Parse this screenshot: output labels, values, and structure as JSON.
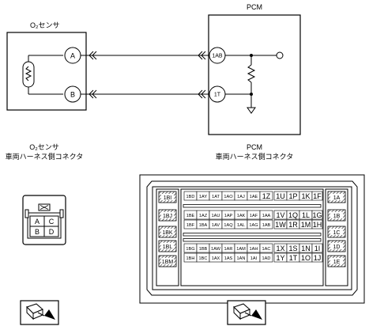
{
  "schematic": {
    "sensor_title": "O₂センサ",
    "pcm_title": "PCM",
    "sensor_terminals": [
      "A",
      "B"
    ],
    "pcm_terminals": [
      "1AB",
      "1T"
    ]
  },
  "connectors": {
    "o2_title_line1": "O₂センサ",
    "o2_title_line2": "車両ハーネス側コネクタ",
    "pcm_title_line1": "PCM",
    "pcm_title_line2": "車両ハーネス側コネクタ",
    "o2_pins": [
      [
        "A",
        "C"
      ],
      [
        "B",
        "D"
      ]
    ],
    "pcm_left_side": [
      "1BI",
      "1BJ",
      "1BK",
      "1BL",
      "1BM"
    ],
    "pcm_right_side": [
      "1A",
      "1B",
      "1C",
      "1D",
      "1E"
    ],
    "pcm_rows": [
      [
        "1BD",
        "1AY",
        "1AT",
        "1AO",
        "1AJ",
        "1AE",
        "1Z",
        "1U",
        "1P",
        "1K",
        "1F"
      ],
      [
        "1BE",
        "1AZ",
        "1AU",
        "1AP",
        "1AK",
        "1AF",
        "1AA",
        "1V",
        "1Q",
        "1L",
        "1G"
      ],
      [
        "1BF",
        "1BA",
        "1AV",
        "1AQ",
        "1AL",
        "1AG",
        "1AB",
        "1W",
        "1R",
        "1M",
        "1H"
      ],
      [
        "1BG",
        "1BB",
        "1AW",
        "1AR",
        "1AM",
        "1AH",
        "1AC",
        "1X",
        "1S",
        "1N",
        "1I"
      ],
      [
        "1BH",
        "1BC",
        "1AX",
        "1AS",
        "1AN",
        "1AI",
        "1AD",
        "1Y",
        "1T",
        "1O",
        "1J"
      ]
    ]
  }
}
